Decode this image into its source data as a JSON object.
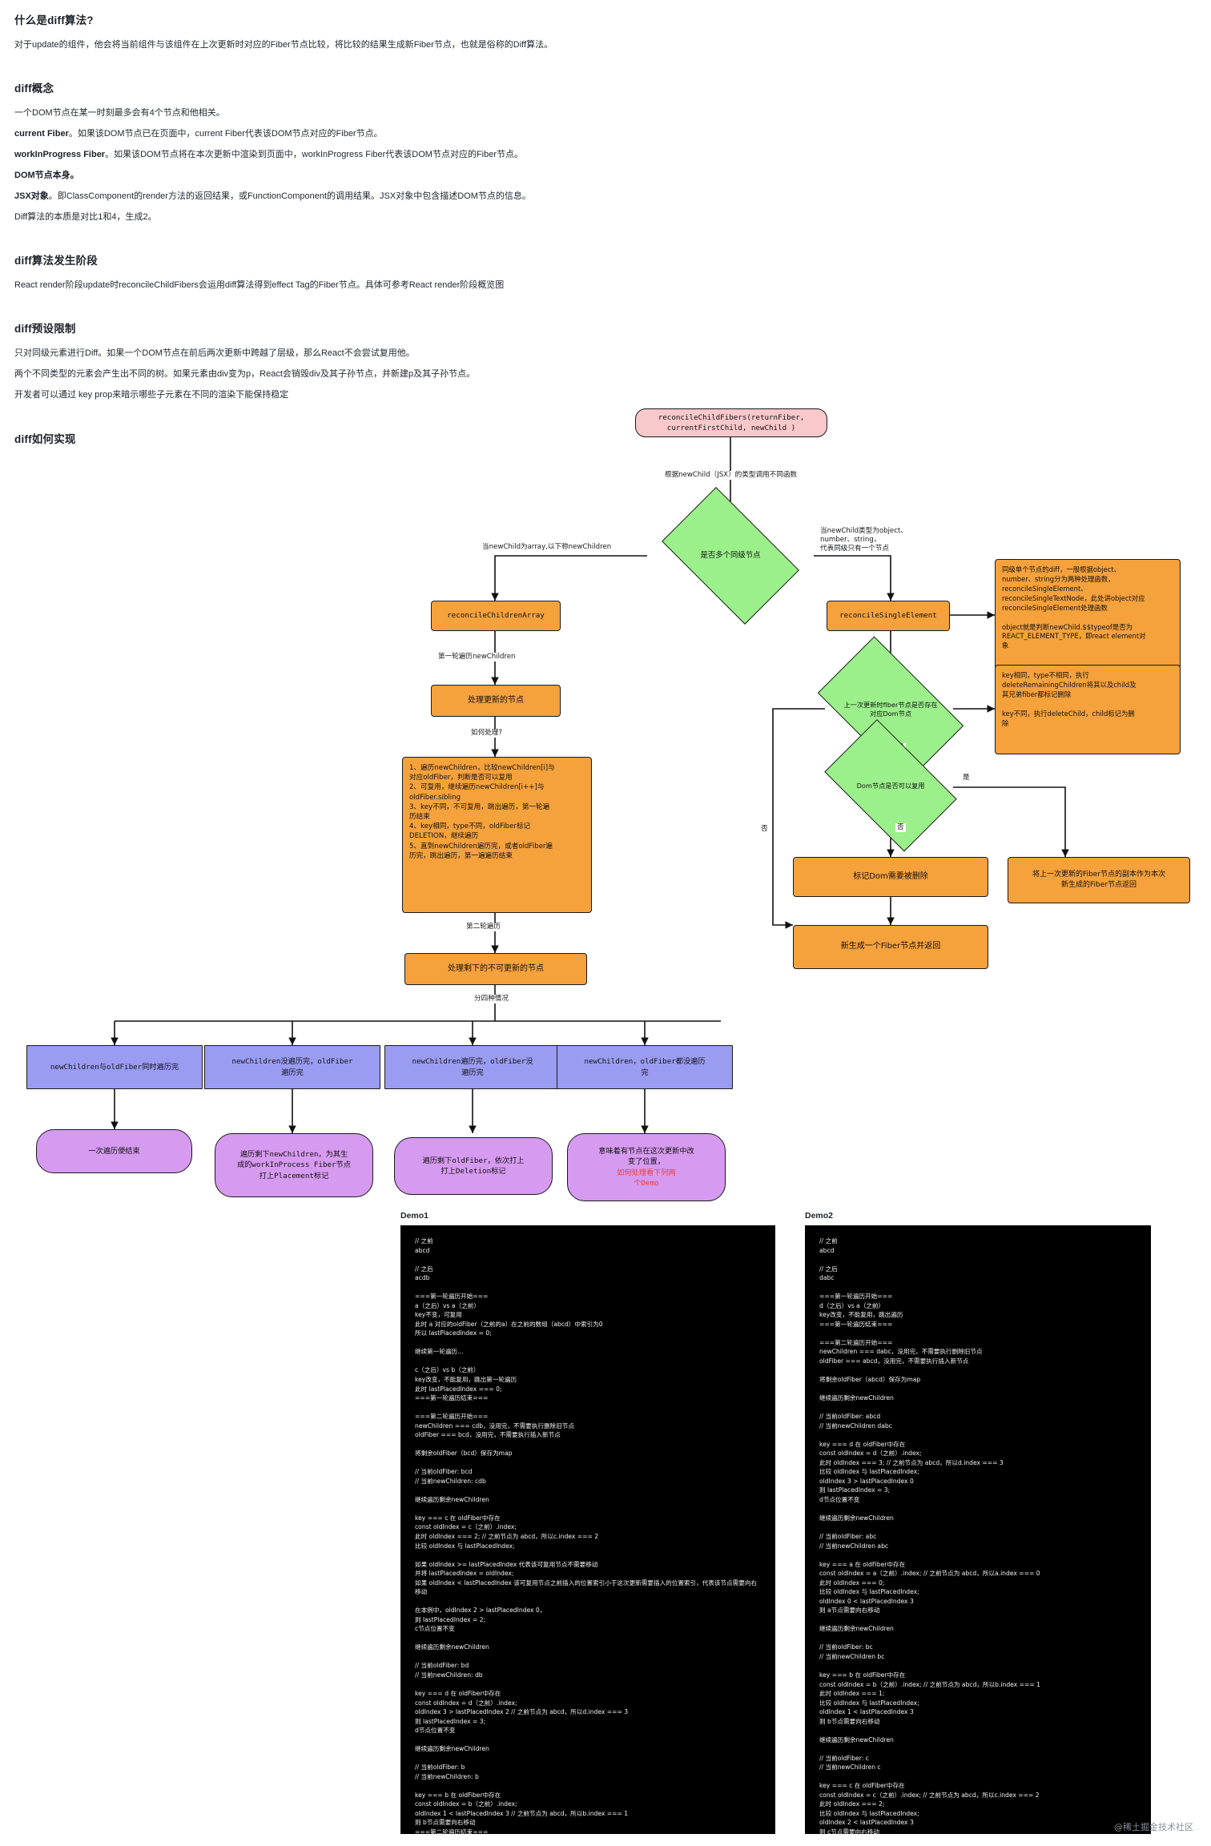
{
  "article": {
    "sections": [
      {
        "heading": "什么是diff算法?",
        "paragraphs": [
          "对于update的组件，他会将当前组件与该组件在上次更新时对应的Fiber节点比较，将比较的结果生成新Fiber节点，也就是俗称的Diff算法。"
        ]
      },
      {
        "heading": "diff概念",
        "paragraphs": [
          "一个DOM节点在某一时刻最多会有4个节点和他相关。",
          "current Fiber。如果该DOM节点已在页面中，current Fiber代表该DOM节点对应的Fiber节点。",
          "workInProgress Fiber。如果该DOM节点将在本次更新中渲染到页面中，workInProgress Fiber代表该DOM节点对应的Fiber节点。",
          "DOM节点本身。",
          "JSX对象。即ClassComponent的render方法的返回结果，或FunctionComponent的调用结果。JSX对象中包含描述DOM节点的信息。",
          "Diff算法的本质是对比1和4，生成2。"
        ],
        "bold_prefixes": [
          "",
          "current Fiber",
          "workInProgress Fiber",
          "DOM节点本身。",
          "JSX对象",
          ""
        ]
      },
      {
        "heading": "diff算法发生阶段",
        "paragraphs": [
          "React render阶段update时reconcileChildFibers会运用diff算法得到effect Tag的Fiber节点。具体可参考React render阶段概览图"
        ]
      },
      {
        "heading": "diff预设限制",
        "paragraphs": [
          "只对同级元素进行Diff。如果一个DOM节点在前后两次更新中跨越了层级，那么React不会尝试复用他。",
          "两个不同类型的元素会产生出不同的树。如果元素由div变为p，React会销毁div及其子孙节点，并新建p及其子孙节点。",
          "开发者可以通过 key prop来暗示哪些子元素在不同的渲染下能保持稳定"
        ]
      },
      {
        "heading": "diff如何实现"
      }
    ]
  },
  "flow": {
    "nodes": {
      "entry": "reconcileChildFibers(returnFiber,\ncurrentFirstChild, newChild )",
      "decision_multi": "是否多个同级节点",
      "reconcile_children_array": "reconcileChildrenArray",
      "reconcile_single_element": "reconcileSingleElement",
      "handle_update_nodes": "处理更新的节点",
      "handle_rest_nodes": "处理剩下的不可更新的节点",
      "decision_prev_dom": "上一次更新时fiber节点是否存在\n对应Dom节点",
      "decision_reusable": "Dom节点是否可以复用",
      "mark_delete": "标记Dom需要被删除",
      "new_fiber": "新生成一个Fiber节点并返回",
      "clone_fiber": "将上一次更新的Fiber节点的副本作为本次\n新生成的Fiber节点返回",
      "case1": "newChildren与oldFiber同时遍历完",
      "case2": "newChildren没遍历完，oldFiber\n遍历完",
      "case3": "newChildren遍历完，oldFiber没\n遍历完",
      "case4": "newChildren，oldFiber都没遍历\n完",
      "result1": "一次遍历便结束",
      "result2": "遍历剩下newChildren，为其生\n成的workInProcess Fiber节点\n打上Placement标记",
      "result3": "遍历剩下oldFiber，依次打上\n打上Deletion标记",
      "result4_a": "意味着有节点在这次更新中改\n变了位置，",
      "result4_b": "如何处理看下列两\n个Demo"
    },
    "notes": {
      "single_node_note": "同级单个节点的diff，一般根据object、\nnumber、string分为两种处理函数，\nreconcileSingleElement、\nreconcileSingleTextNode，此处讲object对应\nreconcileSingleElement处理函数\n\nobject就是判断newChild.$$typeof是否为\nREACT_ELEMENT_TYPE，即react element对\n象",
      "key_note": "key相同，type不相同，执行\ndeleteRemainingChildren将其以及child及\n其兄弟fiber都标记删除\n\nkey不同，执行deleteChild，child标记为删\n除",
      "first_pass_note": "1、遍历newChildren，比较newChildren[i]与\n对应oldFiber，判断是否可以复用\n2、可复用，继续遍历newChildren[i++]与\noldFiber.sibling\n3、key不同，不可复用，跳出遍历，第一轮遍\n历结束\n4、key相同，type不同，oldFiber标记\nDELETION，继续遍历\n5、直到newChildren遍历完，或者oldFiber遍\n历完，跳出遍历，第一遍遍历结束"
    },
    "edge_labels": {
      "by_newchild_type": "根据newChild（JSX）的类型调用不同函数",
      "when_array": "当newChild为array,以下称newChildren",
      "when_object": "当newChild类型为object、\nnumber、string，\n代表同级只有一个节点",
      "first_pass": "第一轮遍历newChildren",
      "how_to_handle": "如何处理?",
      "second_pass": "第二轮遍历",
      "four_cases": "分四种情况",
      "yes1": "是",
      "no1": "否",
      "yes2": "是",
      "no2": "否"
    }
  },
  "demos": [
    {
      "title": "Demo1",
      "code": "// 之前\nabcd\n\n// 之后\nacdb\n\n===第一轮遍历开始===\na（之后）vs a（之前）\nkey不变，可复用\n此时 a 对应的oldFiber（之前的a）在之前的数组（abcd）中索引为0\n所以 lastPlacedIndex = 0;\n\n继续第一轮遍历...\n\nc（之后）vs b（之前）\nkey改变，不能复用，跳出第一轮遍历\n此时 lastPlacedIndex === 0;\n===第一轮遍历结束===\n\n===第二轮遍历开始===\nnewChildren === cdb，没用完，不需要执行删除旧节点\noldFiber === bcd，没用完，不需要执行插入新节点\n\n将剩余oldFiber（bcd）保存为map\n\n// 当前oldFiber: bcd\n// 当前newChildren: cdb\n\n继续遍历剩余newChildren\n\nkey === c 在 oldFiber中存在\nconst oldIndex = c（之前）.index;\n此时 oldIndex === 2; // 之前节点为 abcd，所以c.index === 2\n比较 oldIndex 与 lastPlacedIndex;\n\n如果 oldIndex >= lastPlacedIndex 代表该可复用节点不需要移动\n并将 lastPlacedIndex = oldIndex;\n如果 oldIndex < lastPlacedIndex 该可复用节点之前插入的位置索引小于这次更新需要插入的位置索引，代表该节点需要向右移动\n\n在本例中，oldIndex 2 > lastPlacedIndex 0，\n则 lastPlacedIndex = 2;\nc节点位置不变\n\n继续遍历剩余newChildren\n\n// 当前oldFiber: bd\n// 当前newChildren: db\n\nkey === d 在 oldFiber中存在\nconst oldIndex = d（之前）.index;\noldIndex 3 > lastPlacedIndex 2 // 之前节点为 abcd，所以d.index === 3\n则 lastPlacedIndex = 3;\nd节点位置不变\n\n继续遍历剩余newChildren\n\n// 当前oldFiber: b\n// 当前newChildren: b\n\nkey === b 在 oldFiber中存在\nconst oldIndex = b（之前）.index;\noldIndex 1 < lastPlacedIndex 3 // 之前节点为 abcd，所以b.index === 1\n则 b节点需要向右移动\n===第二轮遍历结束==="
    },
    {
      "title": "Demo2",
      "code": "// 之前\nabcd\n\n// 之后\ndabc\n\n===第一轮遍历开始===\nd（之后）vs a（之前）\nkey改变，不能复用，跳出遍历\n===第一轮遍历结束===\n\n===第二轮遍历开始===\nnewChildren === dabc，没用完，不需要执行删除旧节点\noldFiber === abcd，没用完，不需要执行插入新节点\n\n将剩余oldFiber（abcd）保存为map\n\n继续遍历剩余newChildren\n\n// 当前oldFiber: abcd\n// 当前newChildren dabc\n\nkey === d 在 oldFiber中存在\nconst oldIndex = d（之前）.index;\n此时 oldIndex === 3; // 之前节点为 abcd，所以d.index === 3\n比较 oldIndex 与 lastPlacedIndex;\noldIndex 3 > lastPlacedIndex 0\n则 lastPlacedIndex = 3;\nd节点位置不变\n\n继续遍历剩余newChildren\n\n// 当前oldFiber: abc\n// 当前newChildren abc\n\nkey === a 在 oldFiber中存在\nconst oldIndex = a（之前）.index; // 之前节点为 abcd，所以a.index === 0\n此时 oldIndex === 0;\n比较 oldIndex 与 lastPlacedIndex;\noldIndex 0 < lastPlacedIndex 3\n则 a节点需要向右移动\n\n继续遍历剩余newChildren\n\n// 当前oldFiber: bc\n// 当前newChildren bc\n\nkey === b 在 oldFiber中存在\nconst oldIndex = b（之前）.index; // 之前节点为 abcd，所以b.index === 1\n此时 oldIndex === 1;\n比较 oldIndex 与 lastPlacedIndex;\noldIndex 1 < lastPlacedIndex 3\n则 b节点需要向右移动\n\n继续遍历剩余newChildren\n\n// 当前oldFiber: c\n// 当前newChildren c\n\nkey === c 在 oldFiber中存在\nconst oldIndex = c（之前）.index; // 之前节点为 abcd，所以c.index === 2\n此时 oldIndex === 2;\n比较 oldIndex 与 lastPlacedIndex;\noldIndex 2 < lastPlacedIndex 3\n则 c节点需要向右移动"
    }
  ],
  "watermark": "@稀土掘金技术社区",
  "colors": {
    "pink": "#f9c8cb",
    "green": "#9cf08b",
    "orange": "#f5a13c",
    "blue": "#9a9cf2",
    "purple": "#d69af0",
    "accent_red": "#e8413a"
  }
}
